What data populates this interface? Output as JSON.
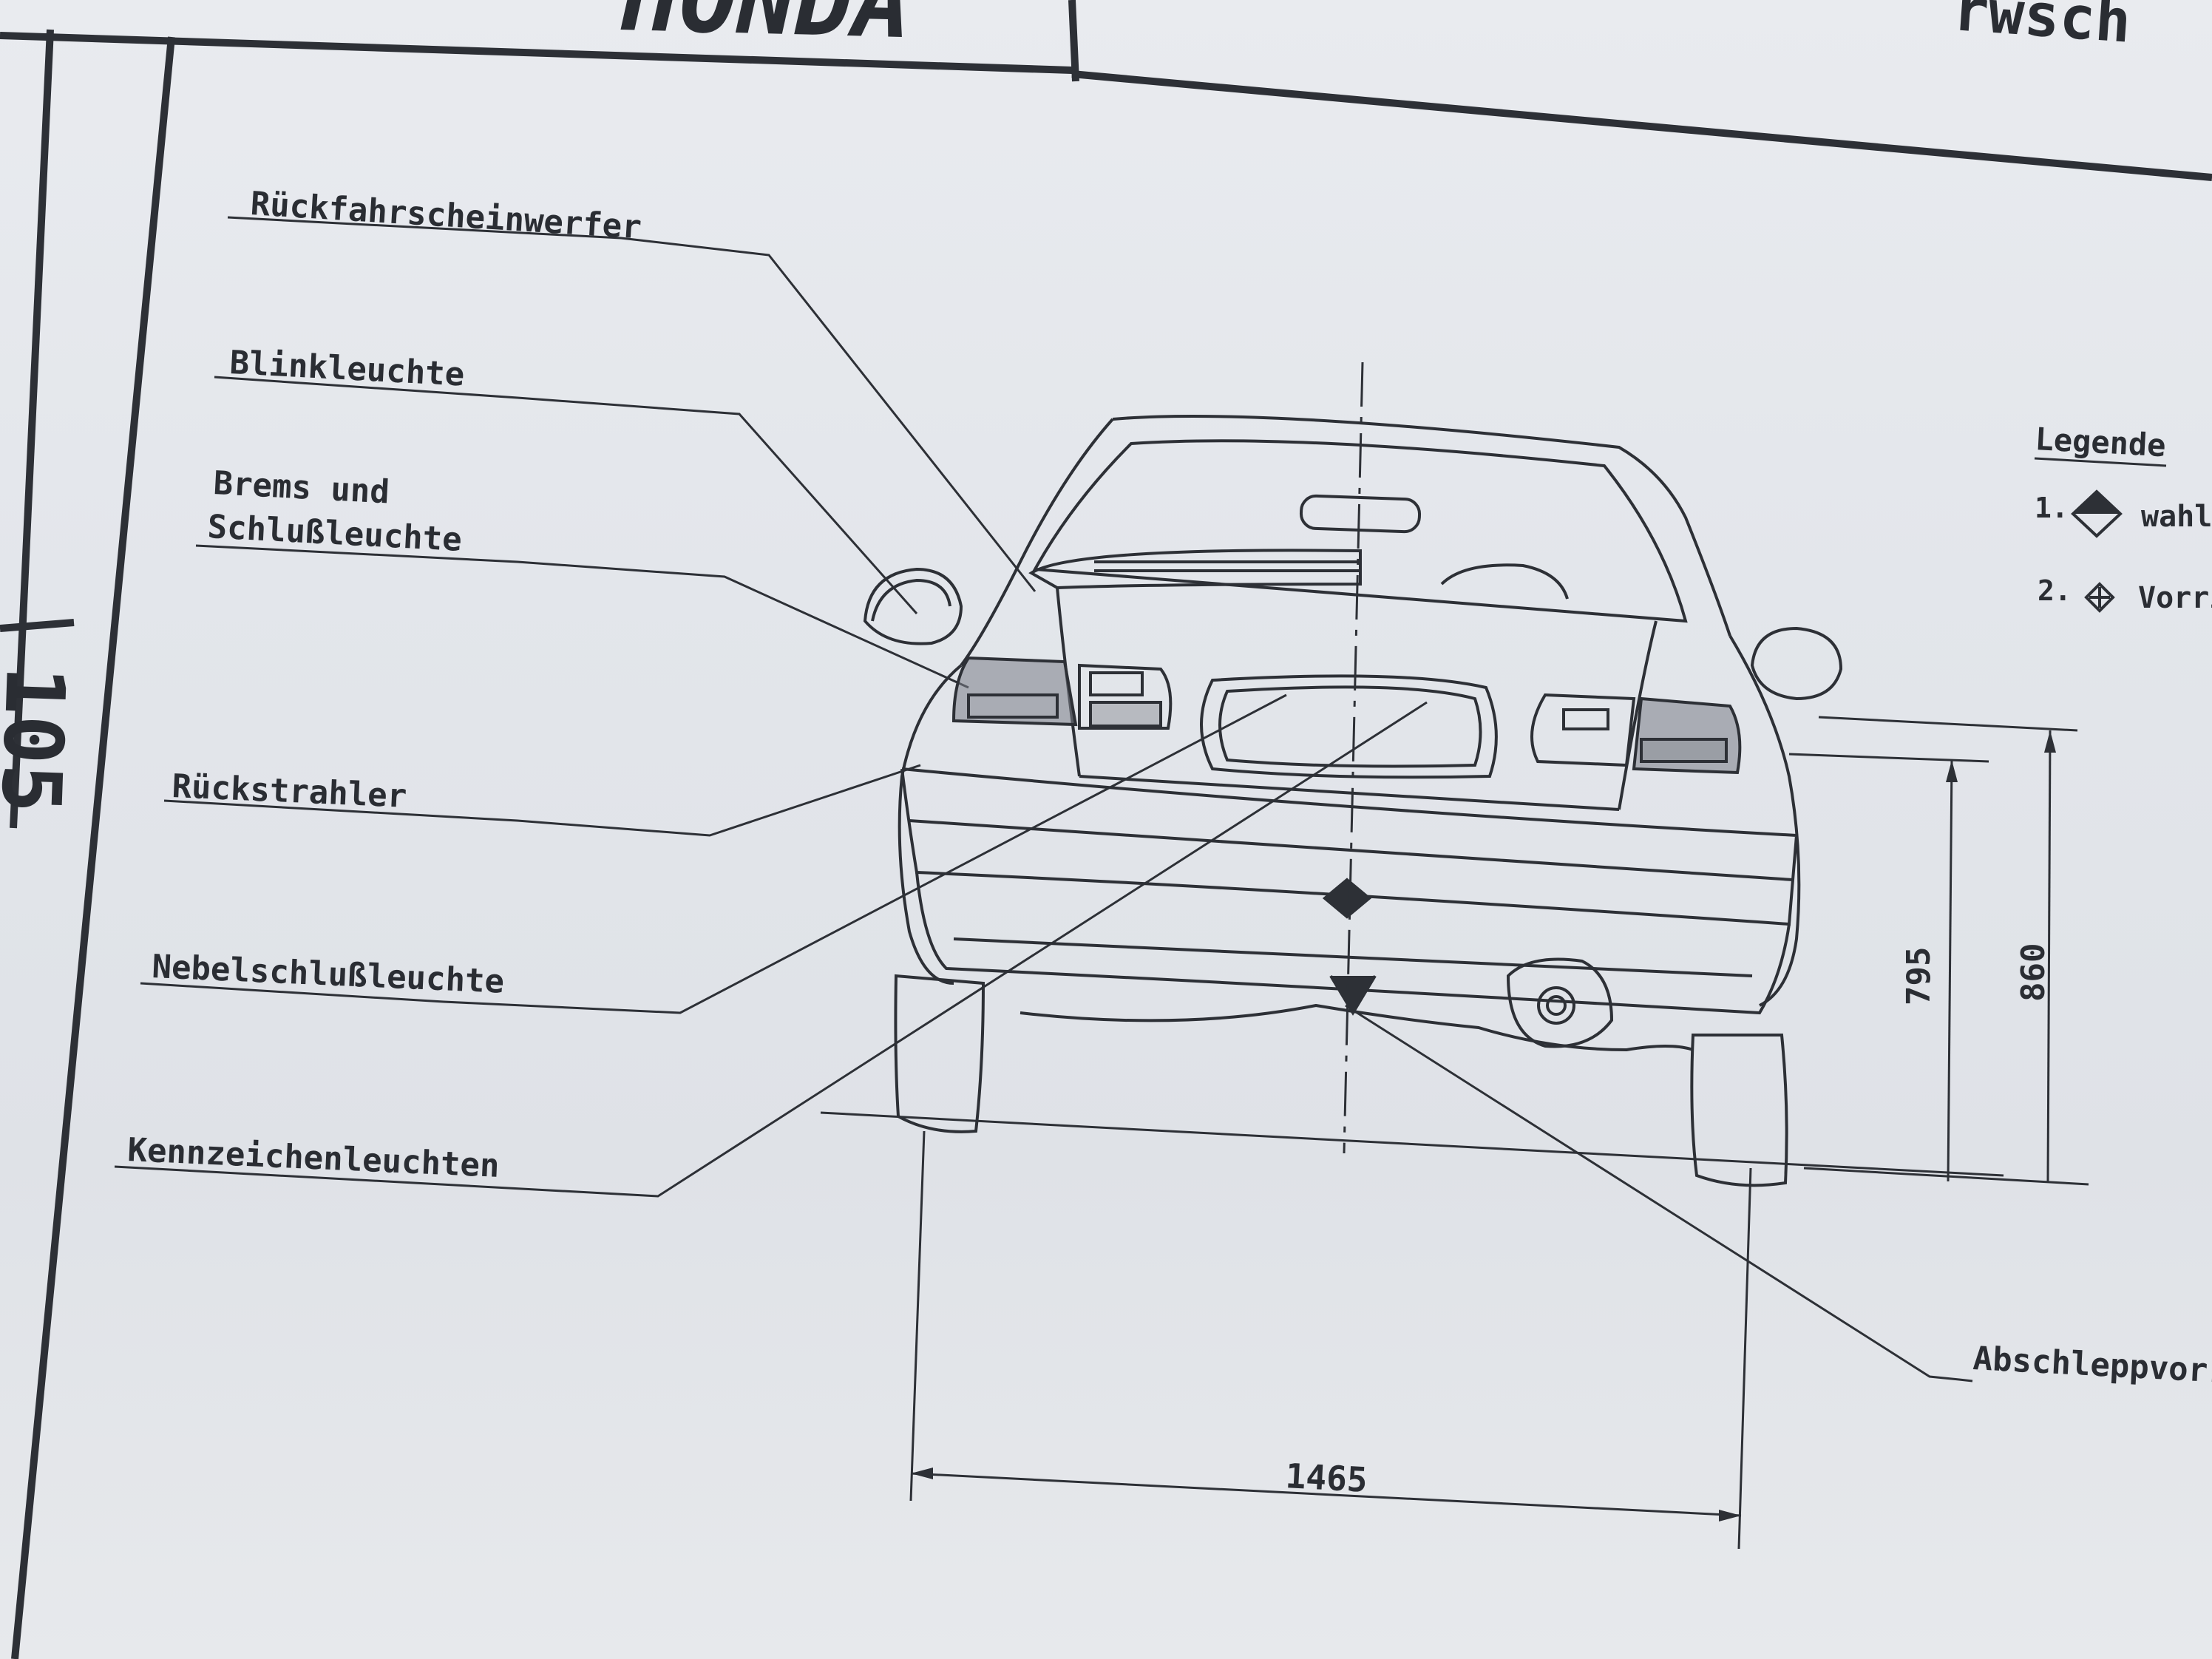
{
  "header": {
    "brand": "HONDA",
    "right_fragment": "rwsch"
  },
  "sheet": {
    "side_number_fragment": "105"
  },
  "callouts": [
    {
      "id": "rueckfahrscheinwerfer",
      "label": "Rückfahrscheinwerfer"
    },
    {
      "id": "blinkleuchte",
      "label": "Blinkleuchte"
    },
    {
      "id": "brems-schluss",
      "label_line1": "Brems und",
      "label_line2": "Schlußleuchte"
    },
    {
      "id": "rueckstrahler",
      "label": "Rückstrahler"
    },
    {
      "id": "nebelschluss",
      "label": "Nebelschlußleuchte"
    },
    {
      "id": "kennzeichen",
      "label": "Kennzeichenleuchten"
    },
    {
      "id": "abschlepp",
      "label": "Abschleppvorri"
    }
  ],
  "legend": {
    "title": "Legende",
    "items": [
      {
        "number": "1.",
        "text": "wahl",
        "icon": "diamond-filled-icon"
      },
      {
        "number": "2.",
        "text": "Vorri",
        "icon": "diamond-cross-icon"
      }
    ]
  },
  "dimensions": {
    "track_width": "1465",
    "lower_height": "795",
    "upper_height": "860"
  },
  "colors": {
    "ink": "#2d3036",
    "paper": "#e6e8ec"
  }
}
